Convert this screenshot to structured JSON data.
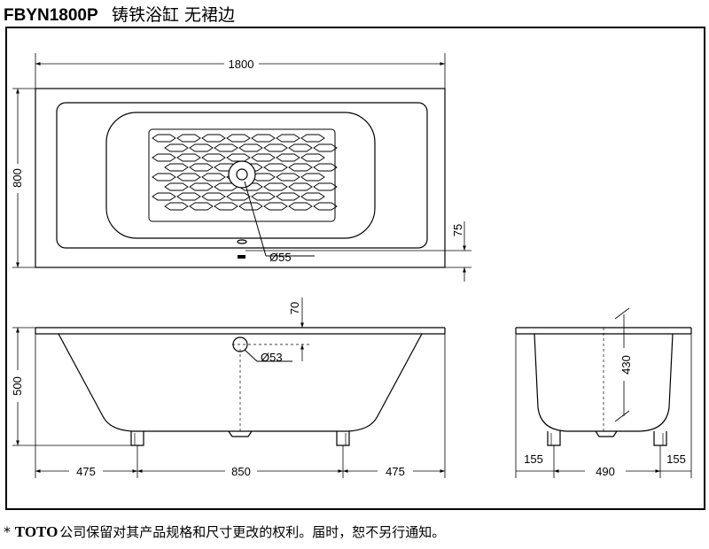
{
  "header": {
    "model": "FBYN1800P",
    "description": "铸铁浴缸 无裙边"
  },
  "top_view": {
    "length_label": "1800",
    "width_label": "800",
    "drain_offset_label": "75",
    "drain_diameter_label": "Ø55"
  },
  "side_view": {
    "height_label": "500",
    "overflow_offset_label": "70",
    "overflow_diameter_label": "Ø53",
    "leg_left_label": "475",
    "leg_center_label": "850",
    "leg_right_label": "475"
  },
  "end_view": {
    "height_label": "430",
    "leg_left_label": "155",
    "leg_center_label": "490",
    "leg_right_label": "155"
  },
  "footer": {
    "star": "*",
    "brand": "TOTO",
    "notice": "公司保留对其产品规格和尺寸更改的权利。届时，恕不另行通知。"
  }
}
